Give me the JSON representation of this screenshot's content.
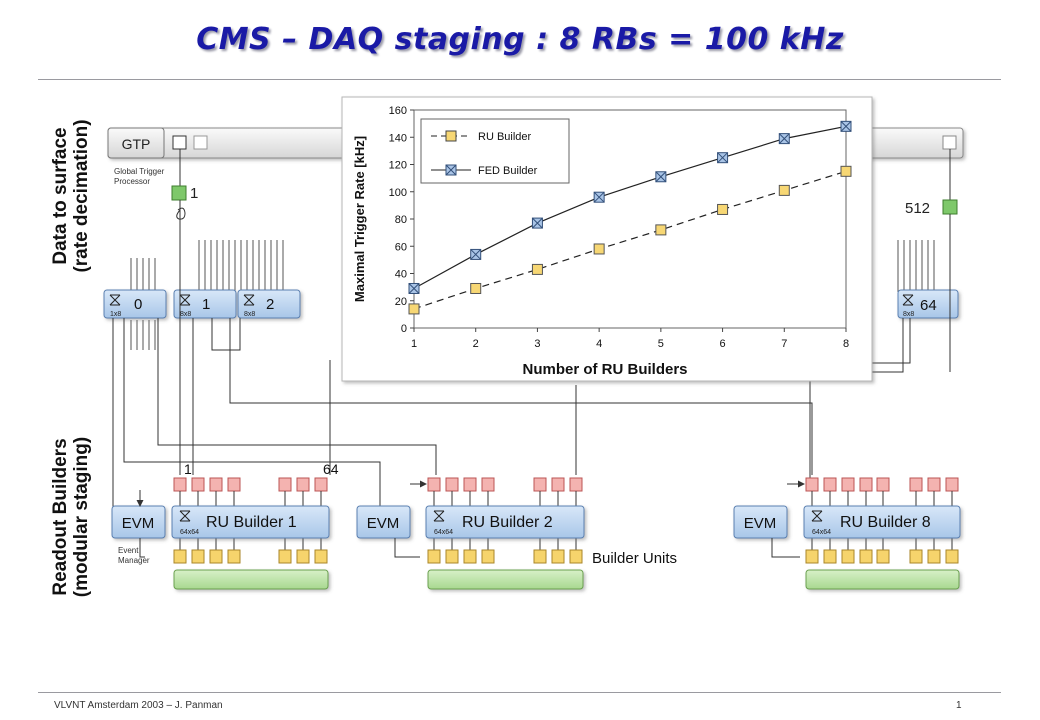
{
  "page": {
    "title": "CMS – DAQ staging : 8 RBs = 100 kHz",
    "footer_left": "VLVNT Amsterdam 2003 – J. Panman",
    "footer_right": "1"
  },
  "side_labels": {
    "upper": [
      "Data to surface",
      "(rate decimation)"
    ],
    "lower": [
      "Readout Builders",
      "(modular staging)"
    ]
  },
  "diagram": {
    "gtp": "GTP",
    "gtp_desc": [
      "Global Trigger",
      "Processor"
    ],
    "fed_first": "1",
    "fed_last": "512",
    "fed_builders": [
      {
        "id": "0",
        "size": "1x8"
      },
      {
        "id": "1",
        "size": "8x8"
      },
      {
        "id": "2",
        "size": "8x8"
      },
      {
        "id": "64",
        "size": "8x8"
      }
    ],
    "ru_first": "1",
    "ru_last": "64",
    "evm": "EVM",
    "event_manager": [
      "Event",
      "Manager"
    ],
    "ru_builders": [
      {
        "name": "RU Builder 1",
        "size": "64x64"
      },
      {
        "name": "RU Builder 2",
        "size": "64x64"
      },
      {
        "name": "RU Builder 8",
        "size": "64x64"
      }
    ],
    "builder_units": "Builder Units"
  },
  "chart_data": {
    "type": "line",
    "title": "",
    "xlabel": "Number of RU Builders",
    "ylabel": "Maximal Trigger Rate [kHz]",
    "x": [
      1,
      2,
      3,
      4,
      5,
      6,
      7,
      8
    ],
    "xlim": [
      1,
      8
    ],
    "ylim": [
      0,
      160
    ],
    "yticks": [
      0,
      20,
      40,
      60,
      80,
      100,
      120,
      140,
      160
    ],
    "legend_position": "top-left",
    "series": [
      {
        "name": "RU Builder",
        "style": "dashed",
        "marker": "square",
        "color": "#f7d774",
        "values": [
          14,
          29,
          43,
          58,
          72,
          87,
          101,
          115
        ]
      },
      {
        "name": "FED Builder",
        "style": "solid",
        "marker": "square-x",
        "color": "#a9c4e6",
        "values": [
          29,
          54,
          77,
          96,
          111,
          125,
          139,
          148
        ]
      }
    ]
  }
}
